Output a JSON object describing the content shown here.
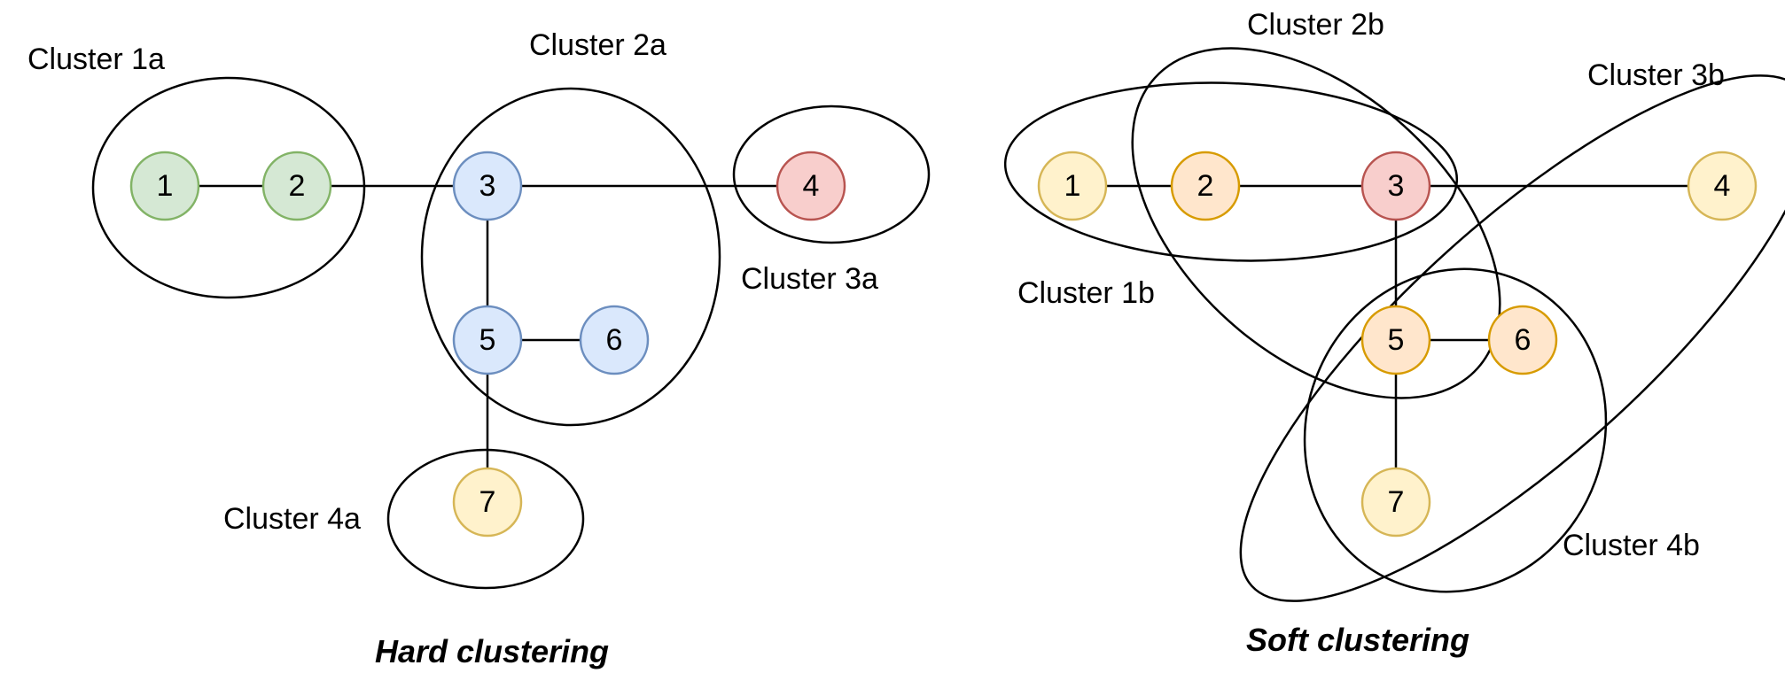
{
  "colors": {
    "green_fill": "#d5e8d4",
    "green_stroke": "#82b366",
    "blue_fill": "#dae8fc",
    "blue_stroke": "#6c8ebf",
    "red_fill": "#f8cecc",
    "red_stroke": "#b85450",
    "yellow_fill": "#fff2cc",
    "yellow_stroke": "#d6b656",
    "orange_fill": "#ffe6cc",
    "orange_stroke": "#d79b00"
  },
  "hard": {
    "caption": "Hard clustering",
    "clusters": [
      {
        "label": "Cluster 1a"
      },
      {
        "label": "Cluster 2a"
      },
      {
        "label": "Cluster 3a"
      },
      {
        "label": "Cluster 4a"
      }
    ],
    "nodes": [
      {
        "label": "1",
        "color": "green"
      },
      {
        "label": "2",
        "color": "green"
      },
      {
        "label": "3",
        "color": "blue"
      },
      {
        "label": "4",
        "color": "red"
      },
      {
        "label": "5",
        "color": "blue"
      },
      {
        "label": "6",
        "color": "blue"
      },
      {
        "label": "7",
        "color": "yellow"
      }
    ]
  },
  "soft": {
    "caption": "Soft clustering",
    "clusters": [
      {
        "label": "Cluster 1b"
      },
      {
        "label": "Cluster 2b"
      },
      {
        "label": "Cluster 3b"
      },
      {
        "label": "Cluster 4b"
      }
    ],
    "nodes": [
      {
        "label": "1",
        "color": "yellow"
      },
      {
        "label": "2",
        "color": "orange"
      },
      {
        "label": "3",
        "color": "red"
      },
      {
        "label": "4",
        "color": "yellow"
      },
      {
        "label": "5",
        "color": "orange"
      },
      {
        "label": "6",
        "color": "orange"
      },
      {
        "label": "7",
        "color": "yellow"
      }
    ]
  }
}
